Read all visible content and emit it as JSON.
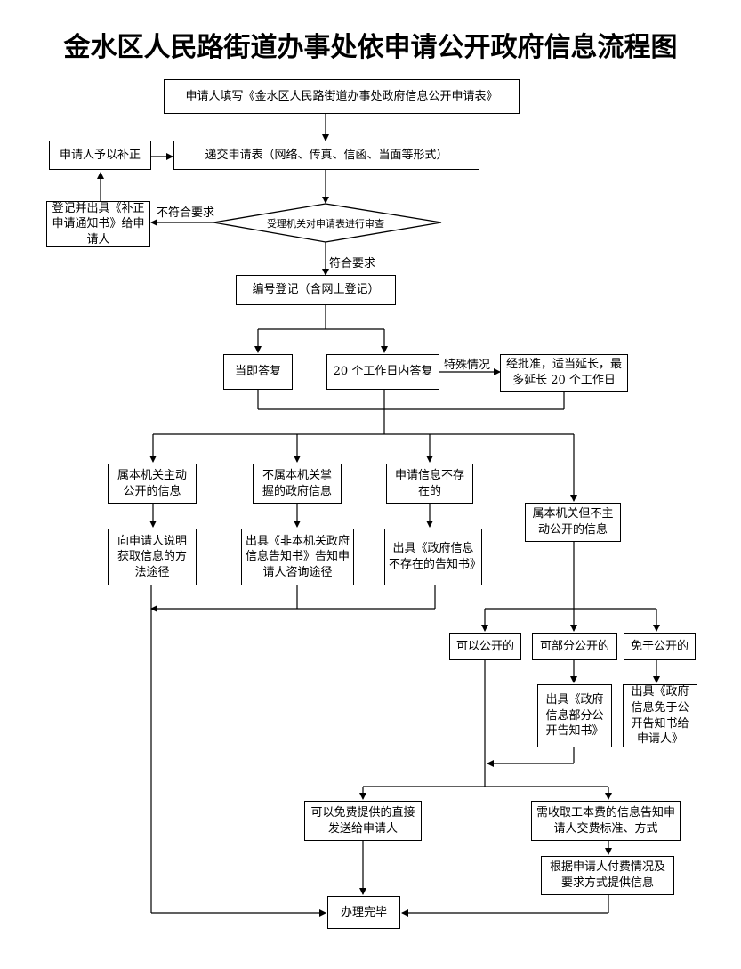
{
  "title": "金水区人民路街道办事处依申请公开政府信息流程图",
  "nodes": {
    "fill_form": "申请人填写《金水区人民路街道办事处政府信息公开申请表》",
    "submit": "递交申请表（网络、传真、信函、当面等形式）",
    "supplement": "申请人予以补正",
    "notice_supplement": "登记并出具《补正申请通知书》给申请人",
    "review": "受理机关对申请表进行审查",
    "register": "编号登记（含网上登记）",
    "reply_now": "当即答复",
    "reply_20": "20 个工作日内答复",
    "extend": "经批准，适当延长，最多延长 20 个工作日",
    "own_active": "属本机关主动公开的信息",
    "not_own": "不属本机关掌握的政府信息",
    "not_exist": "申请信息不存在的",
    "own_not_active": "属本机关但不主动公开的信息",
    "explain_way": "向申请人说明获取信息的方法途径",
    "notice_not_own": "出具《非本机关政府信息告知书》告知申请人咨询途径",
    "notice_not_exist": "出具《政府信息不存在的告知书》",
    "can_open": "可以公开的",
    "part_open": "可部分公开的",
    "exempt_open": "免于公开的",
    "notice_part": "出具《政府信息部分公开告知书》",
    "notice_exempt": "出具《政府信息免于公开告知书给申请人》",
    "free_send": "可以免费提供的直接发送给申请人",
    "fee_notice": "需收取工本费的信息告知申请人交费标准、方式",
    "provide_by_pay": "根据申请人付费情况及要求方式提供信息",
    "done": "办理完毕"
  },
  "edge_labels": {
    "not_meet": "不符合要求",
    "meet": "符合要求",
    "special": "特殊情况"
  }
}
